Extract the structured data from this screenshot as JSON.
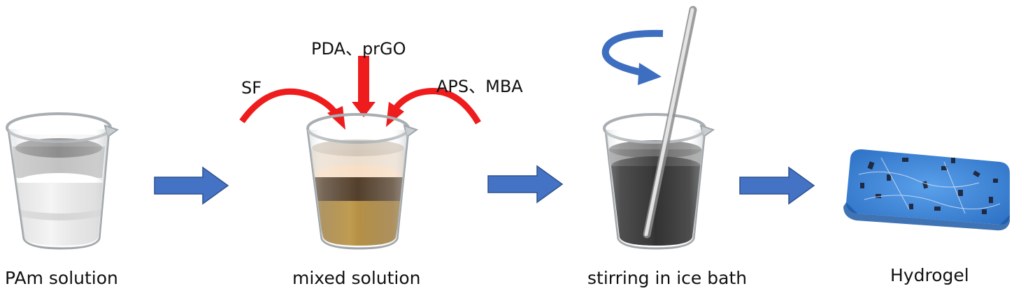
{
  "steps": [
    {
      "label": "PAm solution"
    },
    {
      "label": "mixed solution"
    },
    {
      "label": "stirring in ice bath"
    },
    {
      "label": "Hydrogel"
    }
  ],
  "reagents": {
    "top": "PDA、prGO",
    "left": "SF",
    "right": "APS、MBA"
  },
  "colors": {
    "flow_arrow": "#4472c4",
    "reagent_arrow": "#ee1c1c",
    "rotation_arrow": "#3e6ec0",
    "solution_clear": "#e9e9e9",
    "solution_mixed": "#b08a3c",
    "solution_dark": "#1e1e1e",
    "hydrogel": "#3d83d8"
  },
  "icons": {
    "beaker": "beaker-icon",
    "flow_arrow": "right-arrow-icon",
    "rotation": "rotation-arrow-icon",
    "stir_rod": "stirring-rod-icon"
  }
}
